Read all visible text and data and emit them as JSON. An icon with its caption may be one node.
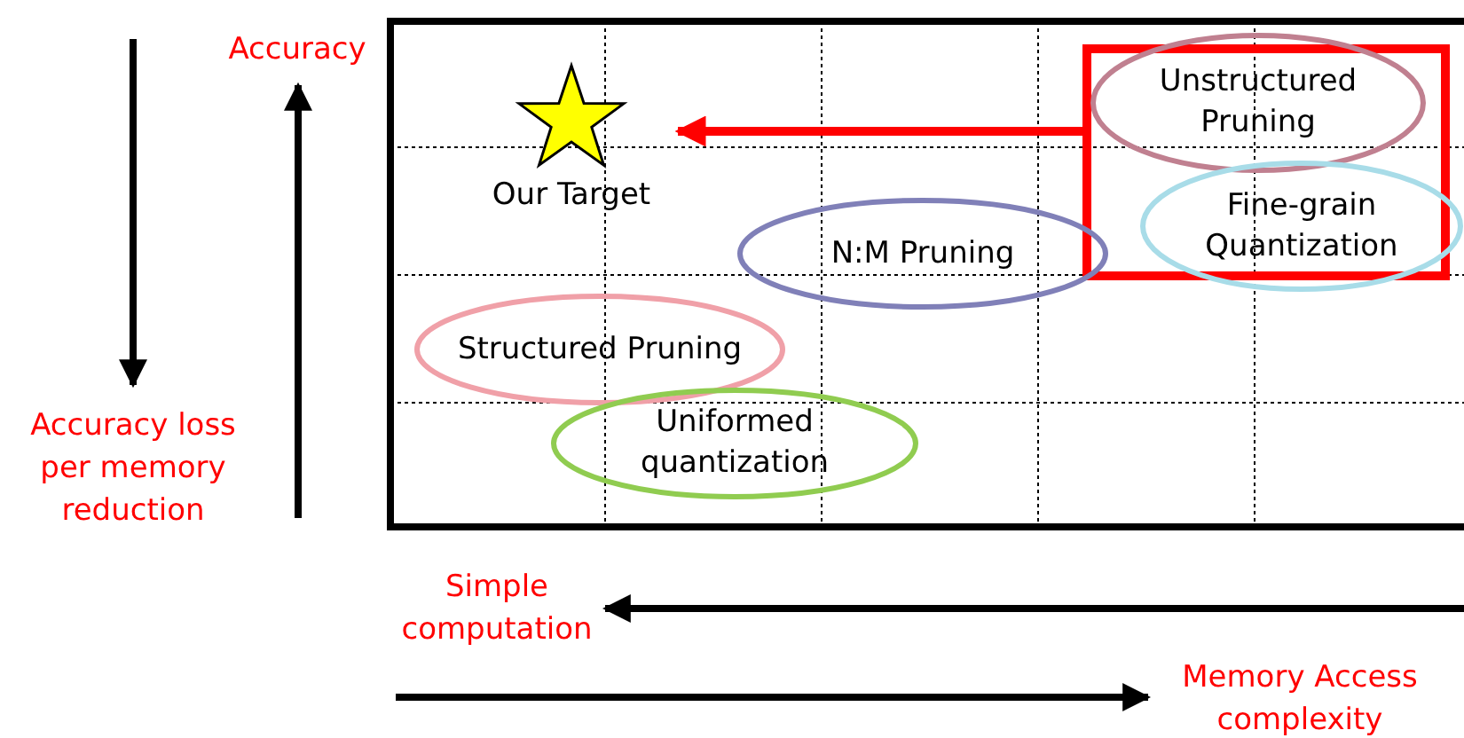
{
  "diagram": {
    "nodes": [
      {
        "text": [],
        "shape": "box"
      },
      {
        "text": [
          "Unstructured Pruning"
        ]
      },
      {
        "text": [
          "Our Target"
        ]
      },
      {
        "text": [
          "Fine-grain Quantization"
        ]
      },
      {
        "text": [
          "N:M Pruning"
        ]
      },
      {
        "text": [
          "Structured Pruning"
        ]
      },
      {
        "text": [
          "Uniformed quantization"
        ]
      }
    ],
    "edges": [
      {
        "from": 0,
        "to": 2,
        "arrow": "to",
        "color": "#ff0000"
      }
    ],
    "labels": [
      "Accuracy",
      "Accuracy loss per memory reduction",
      "Simple computation",
      "Memory Access complexity"
    ]
  }
}
